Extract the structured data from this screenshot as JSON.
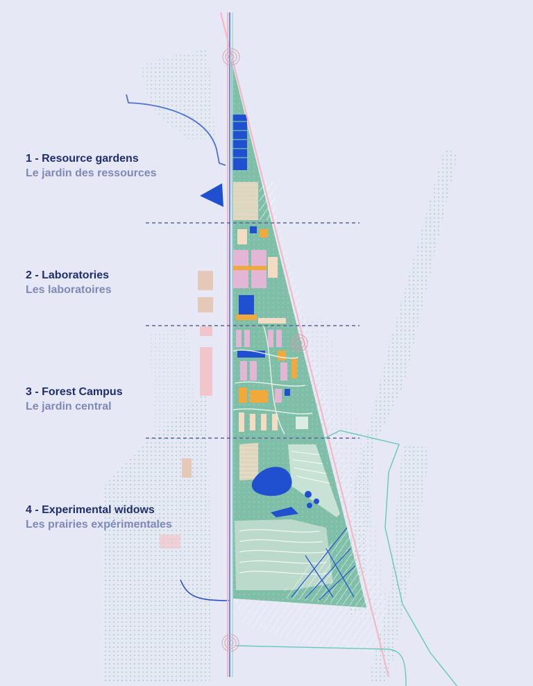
{
  "zones": [
    {
      "title": "1 - Resource gardens",
      "subtitle": "Le jardin des ressources"
    },
    {
      "title": "2 - Laboratories",
      "subtitle": "Les laboratoires"
    },
    {
      "title": "3 - Forest Campus",
      "subtitle": "Le jardin central"
    },
    {
      "title": "4 - Experimental widows",
      "subtitle": "Les prairies expérimentales"
    }
  ],
  "colors": {
    "background": "#e6e9f5",
    "site_green": "#7fbfa8",
    "forest_dots": "#9ccfb4",
    "water_blue": "#2050d0",
    "lab_pink": "#e3b6d6",
    "lab_orange": "#f2a93b",
    "sand": "#f3dcc4",
    "rail_pink": "#f3b8c4",
    "road_blue": "#6a8fd8",
    "divider": "#5a6196",
    "label_dark": "#1f2d6e",
    "label_light": "#7f88b8"
  }
}
